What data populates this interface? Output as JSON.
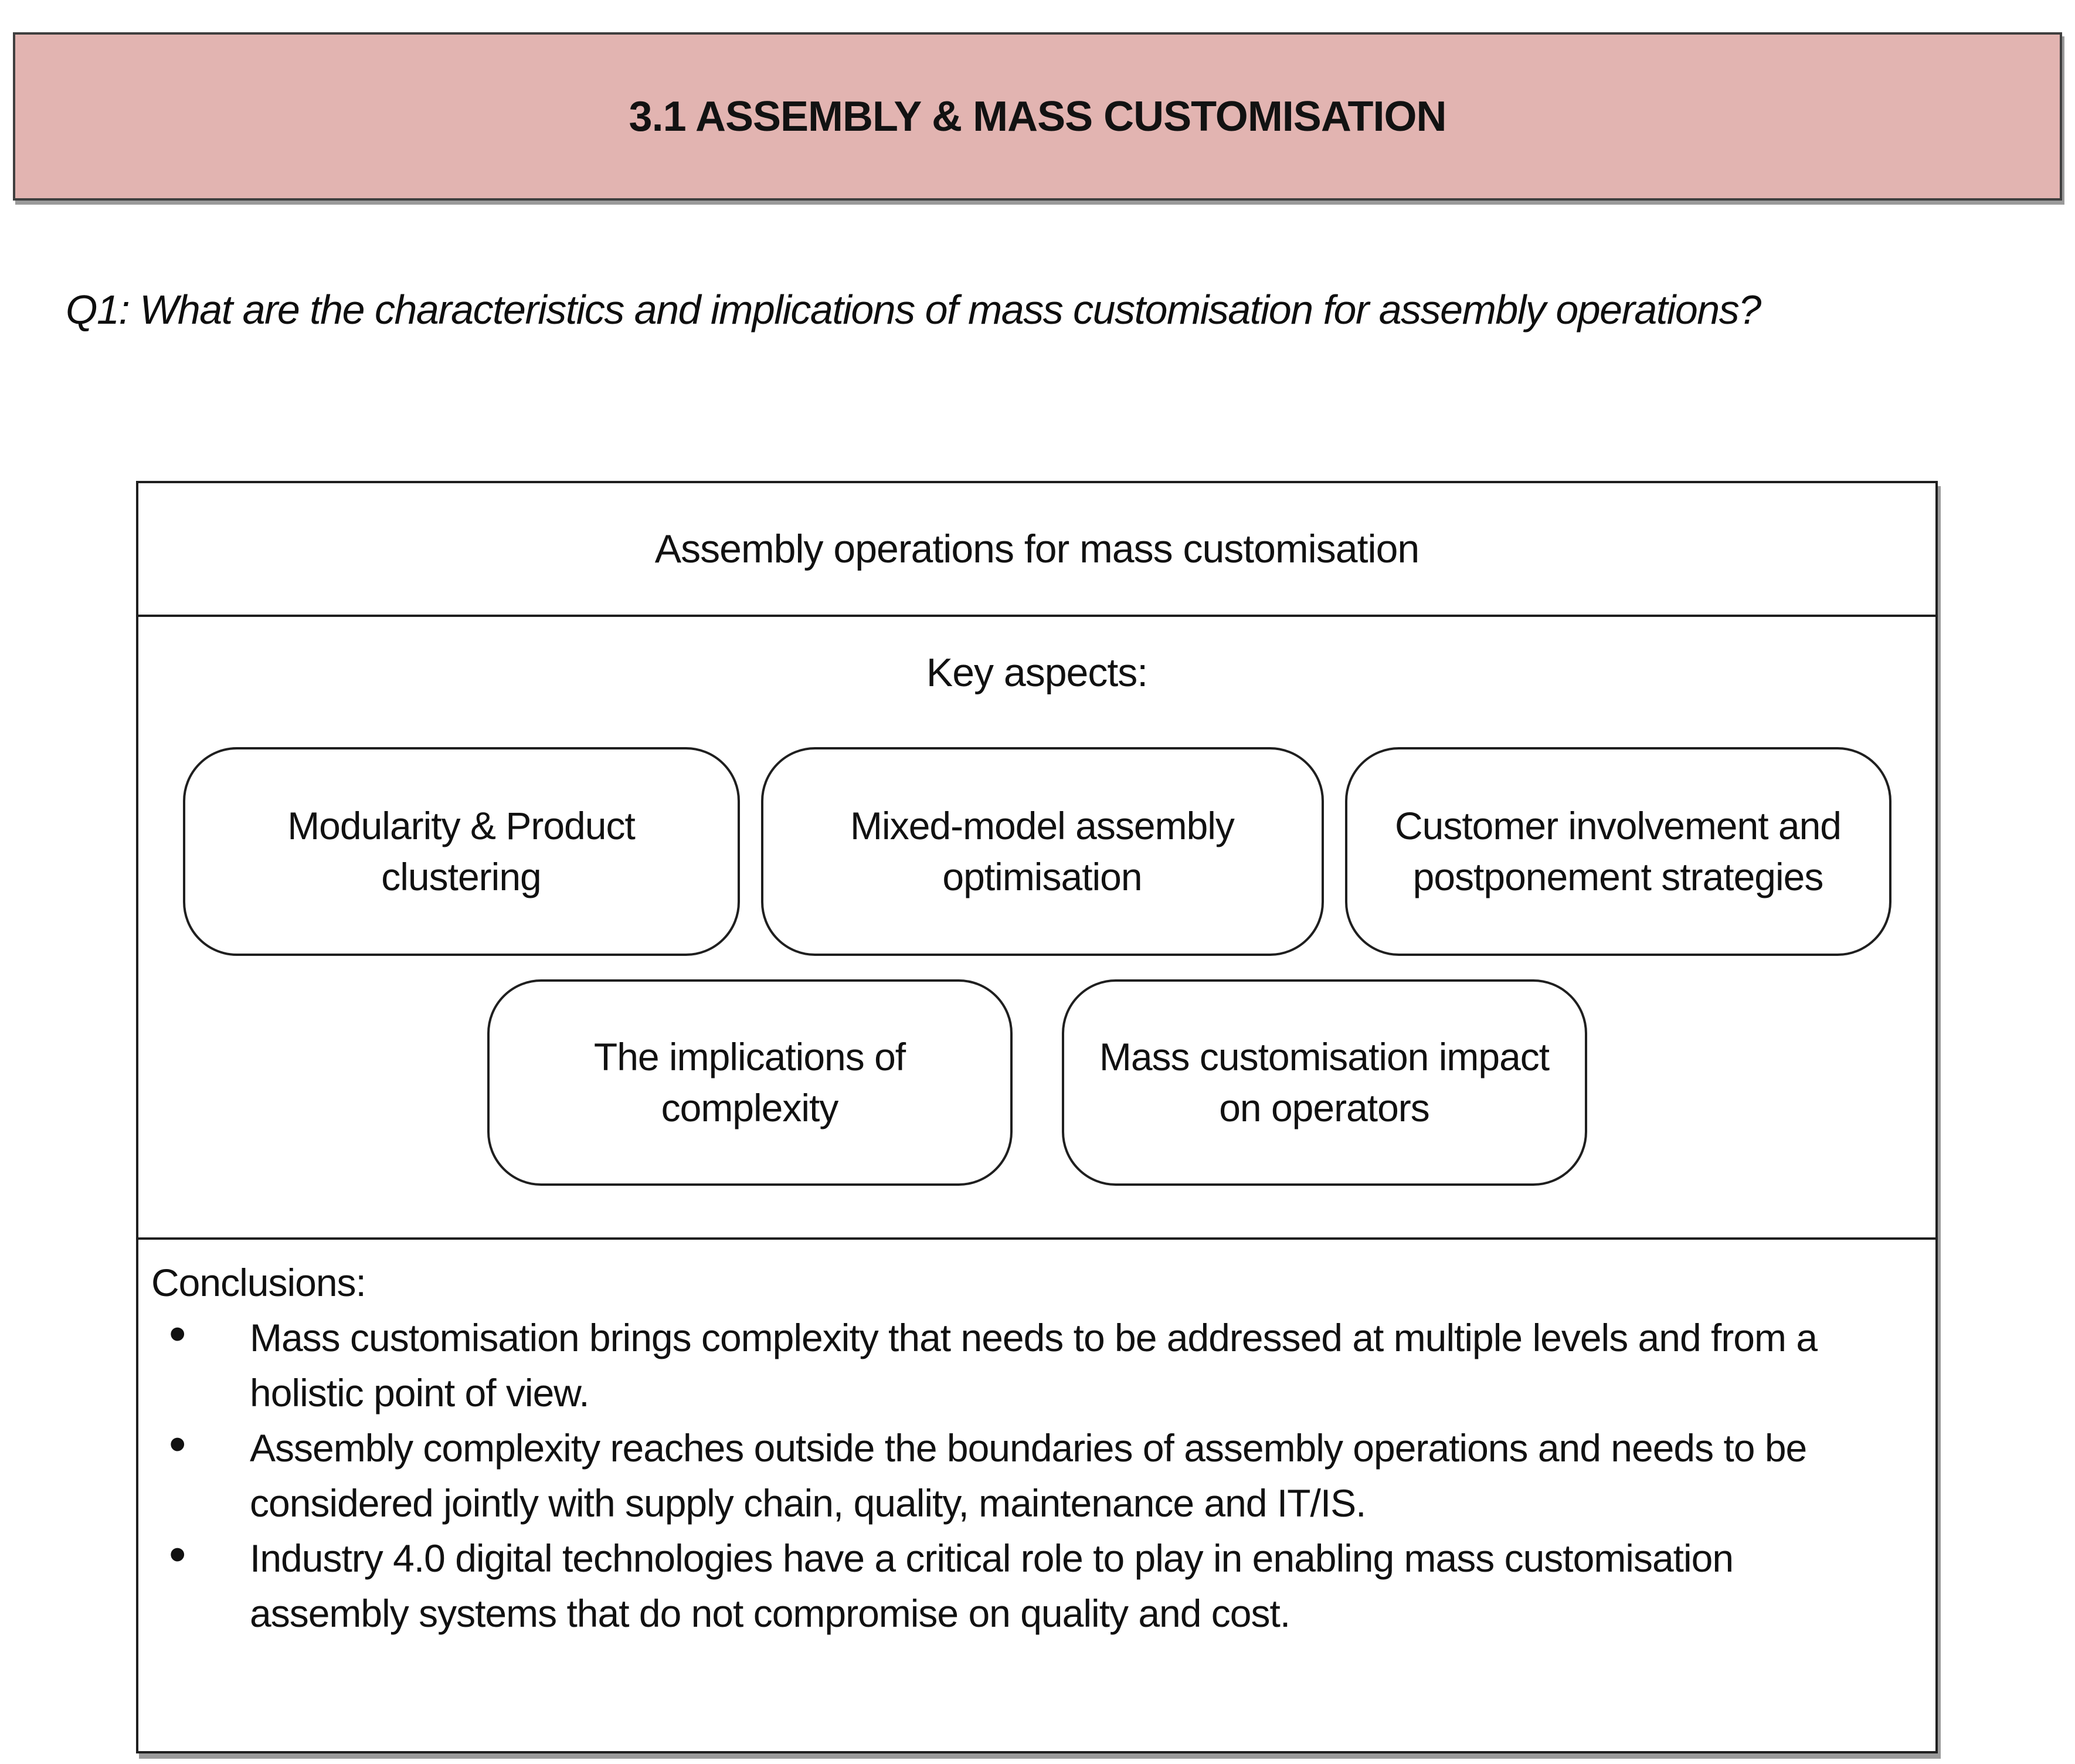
{
  "colors": {
    "header_bg": "#e2b4b1",
    "border_dark": "#3f3f3f",
    "box_border": "#1f1f1f",
    "shadow_gray": "#9a9a9a",
    "text": "#111111"
  },
  "header": {
    "title": "3.1 ASSEMBLY & MASS CUSTOMISATION"
  },
  "question": {
    "text": "Q1: What are the characteristics and implications of mass customisation for assembly operations?"
  },
  "panel": {
    "title": "Assembly operations for mass customisation",
    "key_aspects": {
      "heading": "Key aspects:",
      "row1": [
        {
          "label": "Modularity & Product clustering"
        },
        {
          "label": "Mixed-model assembly optimisation"
        },
        {
          "label": "Customer involvement and postponement strategies"
        }
      ],
      "row2": [
        {
          "label": "The implications of complexity"
        },
        {
          "label": "Mass customisation impact on operators"
        }
      ]
    },
    "conclusions": {
      "heading": "Conclusions:",
      "bullet_glyph": "•",
      "bullets": [
        "Mass customisation brings complexity that needs to be addressed at multiple levels and from a holistic point of view.",
        "Assembly complexity reaches outside the boundaries of assembly operations and needs to be considered jointly with supply chain, quality, maintenance and IT/IS.",
        "Industry 4.0 digital technologies have a critical role to play in enabling mass customisation assembly systems that do not compromise on quality and cost."
      ]
    }
  }
}
